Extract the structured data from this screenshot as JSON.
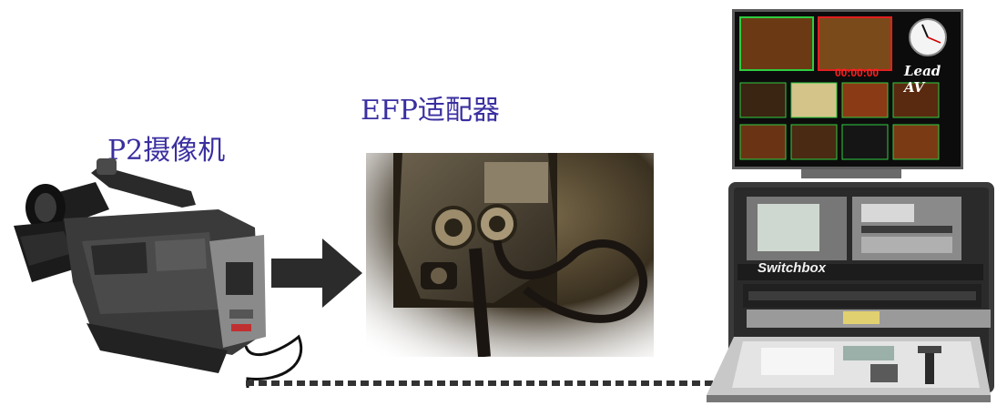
{
  "labels": {
    "camera": "P2摄像机",
    "adapter": "EFP适配器"
  },
  "monitor": {
    "timer": "00:00:00",
    "brand": "Lead AV"
  },
  "rack": {
    "brand": "Switchbox"
  },
  "colors": {
    "label_text": "#3a2fa0",
    "arrow": "#2b2b2b",
    "cable_dash": "#333333",
    "timer_red": "#ff2020"
  }
}
